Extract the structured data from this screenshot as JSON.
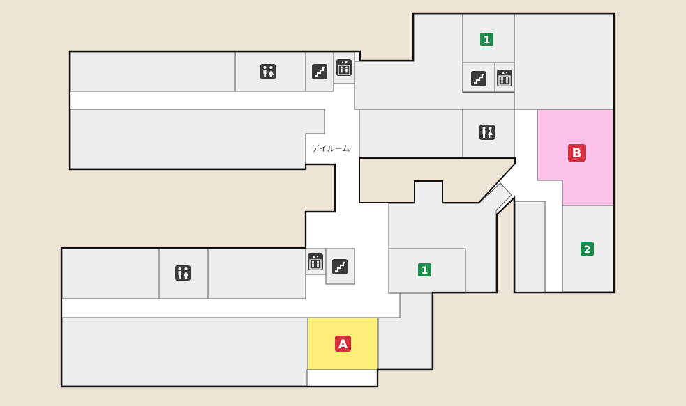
{
  "colors": {
    "background": "#ede4d6",
    "room": "#eeeeee",
    "corridor": "#ffffff",
    "wall": "#111111",
    "zone_a": "#fbef7a",
    "zone_b": "#fcc2ea",
    "badge_red": "#d6303f",
    "badge_green": "#1f8a4e",
    "icon_dark": "#3a3a3a"
  },
  "labels": {
    "dayroom": "デイルーム",
    "zone_a": "A",
    "zone_b": "B",
    "room_1_top": "1",
    "room_1_mid": "1",
    "room_2": "2"
  },
  "icons": {
    "restroom": "restroom-icon",
    "stairs": "stairs-icon",
    "elevator": "elevator-icon"
  }
}
